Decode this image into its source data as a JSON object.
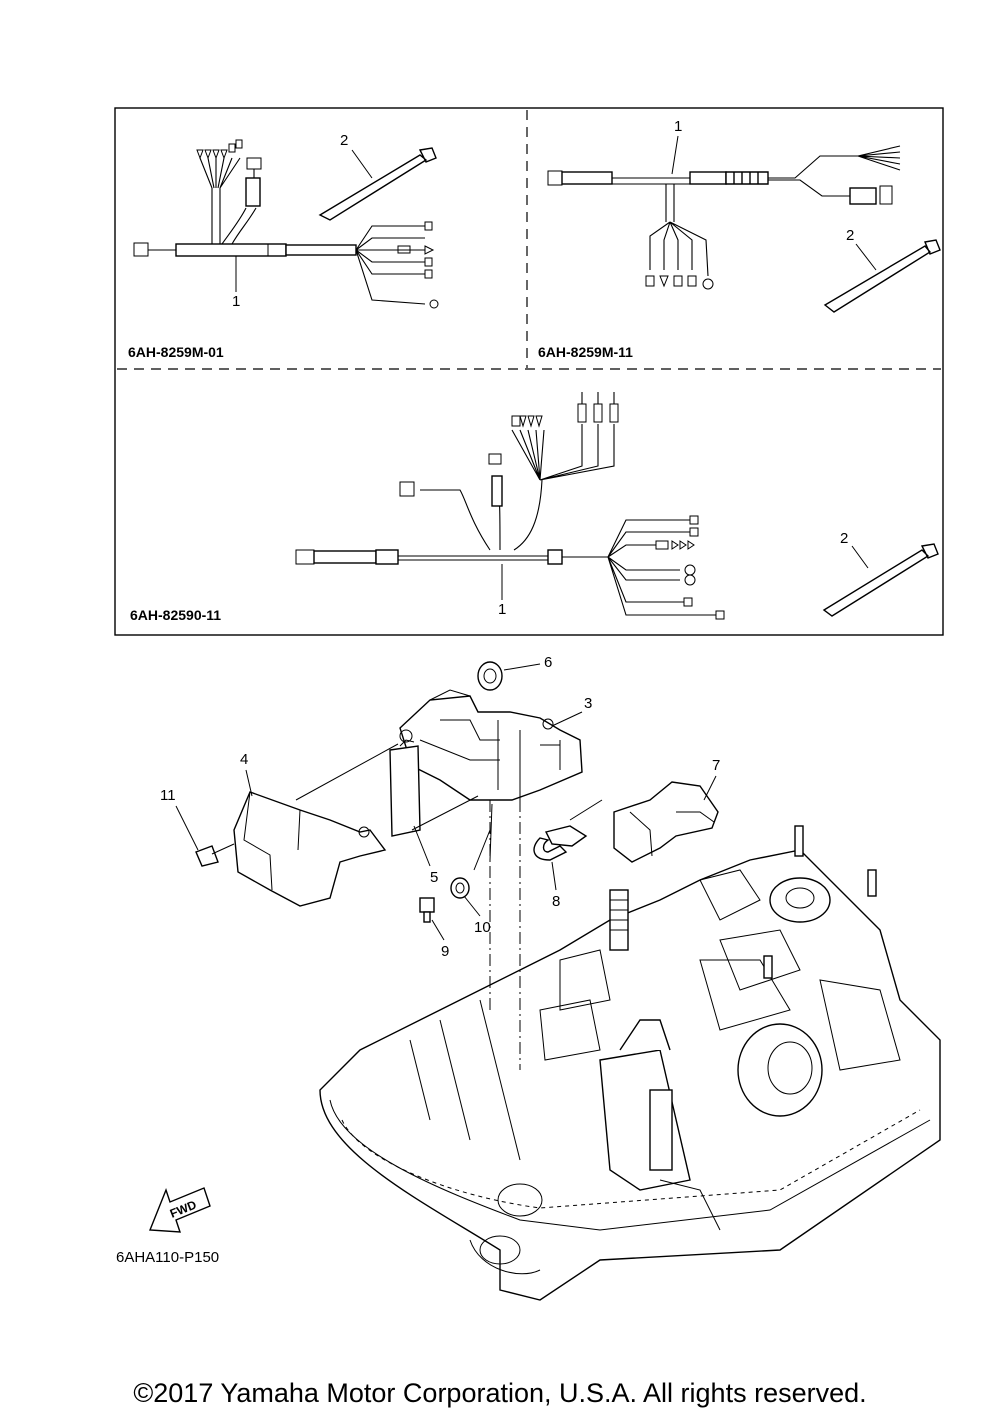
{
  "kits": [
    {
      "code": "6AH-8259M-01"
    },
    {
      "code": "6AH-8259M-11"
    },
    {
      "code": "6AH-82590-11"
    }
  ],
  "callouts": [
    "1",
    "2",
    "3",
    "4",
    "5",
    "6",
    "7",
    "8",
    "9",
    "10",
    "11"
  ],
  "fwd_label": "FWD",
  "figure_code": "6AHA110-P150",
  "copyright": "©2017 Yamaha Motor Corporation, U.S.A. All rights reserved."
}
